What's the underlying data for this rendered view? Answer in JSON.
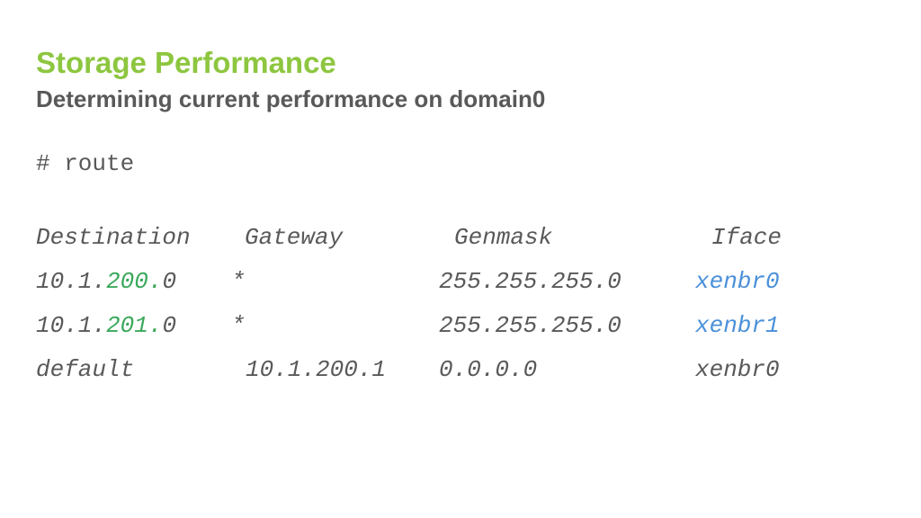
{
  "colors": {
    "title": "#8dc63f",
    "text": "#595959",
    "highlight_green": "#3aa85b",
    "highlight_blue": "#4a90d9"
  },
  "title": "Storage Performance",
  "subtitle": "Determining current performance on domain0",
  "command": "# route",
  "table": {
    "headers": [
      "Destination",
      "Gateway",
      "Genmask",
      "Iface"
    ],
    "rows": [
      {
        "dest_prefix": "10.1.",
        "dest_highlight": "200.",
        "dest_suffix": "0",
        "gateway": "*",
        "genmask": "255.255.255.0",
        "iface": "xenbr0"
      },
      {
        "dest_prefix": "10.1.",
        "dest_highlight": "201.",
        "dest_suffix": "0",
        "gateway": "*",
        "genmask": "255.255.255.0",
        "iface": "xenbr1"
      },
      {
        "destination": "default",
        "gateway": "10.1.200.1",
        "genmask": "0.0.0.0",
        "iface": "xenbr0"
      }
    ]
  }
}
